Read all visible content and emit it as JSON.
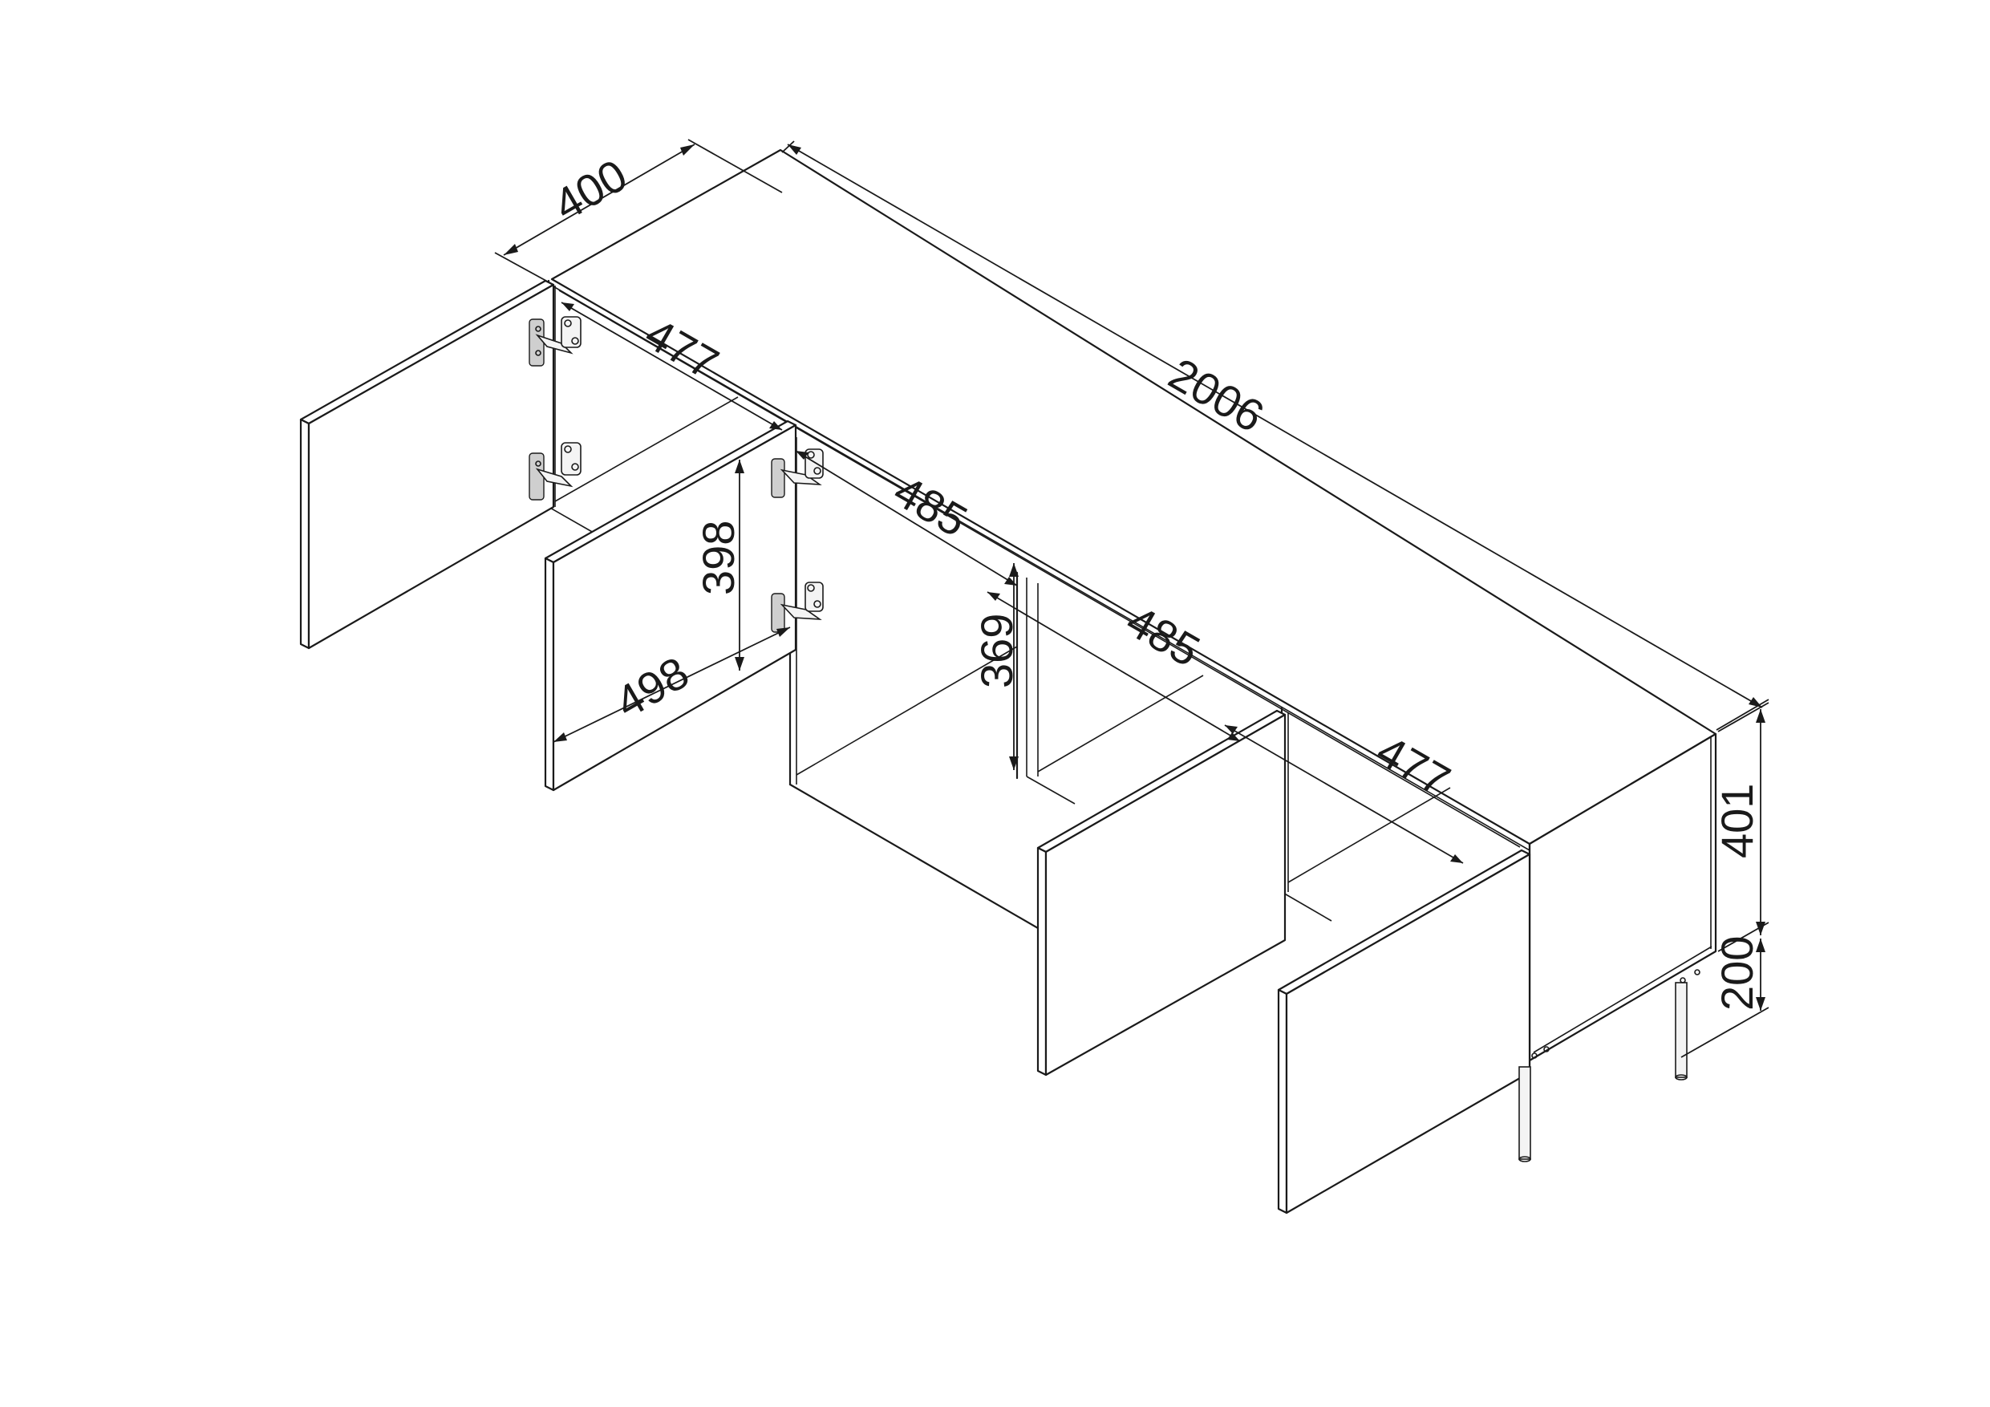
{
  "drawing": {
    "title": "TV cabinet with four doors and legs - isometric dimension drawing",
    "units": "mm",
    "line_color": "#1a1a1a",
    "background": "#ffffff"
  },
  "dimensions": {
    "depth": "400",
    "total_width": "2006",
    "compartment_outer_left": "477",
    "compartment_inner_left": "485",
    "compartment_inner_right": "485",
    "compartment_outer_right": "477",
    "door_height": "398",
    "door_width": "498",
    "inner_height": "369",
    "body_height": "401",
    "leg_height": "200"
  },
  "components": {
    "doors": [
      "door-1",
      "door-2",
      "door-3",
      "door-4"
    ],
    "hinges_per_door": 2,
    "legs": 4
  }
}
